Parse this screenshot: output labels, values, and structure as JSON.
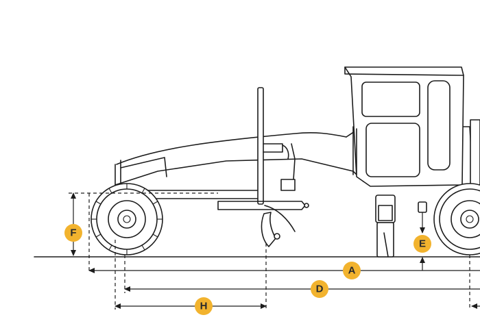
{
  "colors": {
    "badge_fill": "#f2b32e",
    "line": "#1c1c1c",
    "background": "#ffffff"
  },
  "dimension_labels": {
    "a": "A",
    "d": "D",
    "e": "E",
    "f": "F",
    "h": "H"
  }
}
